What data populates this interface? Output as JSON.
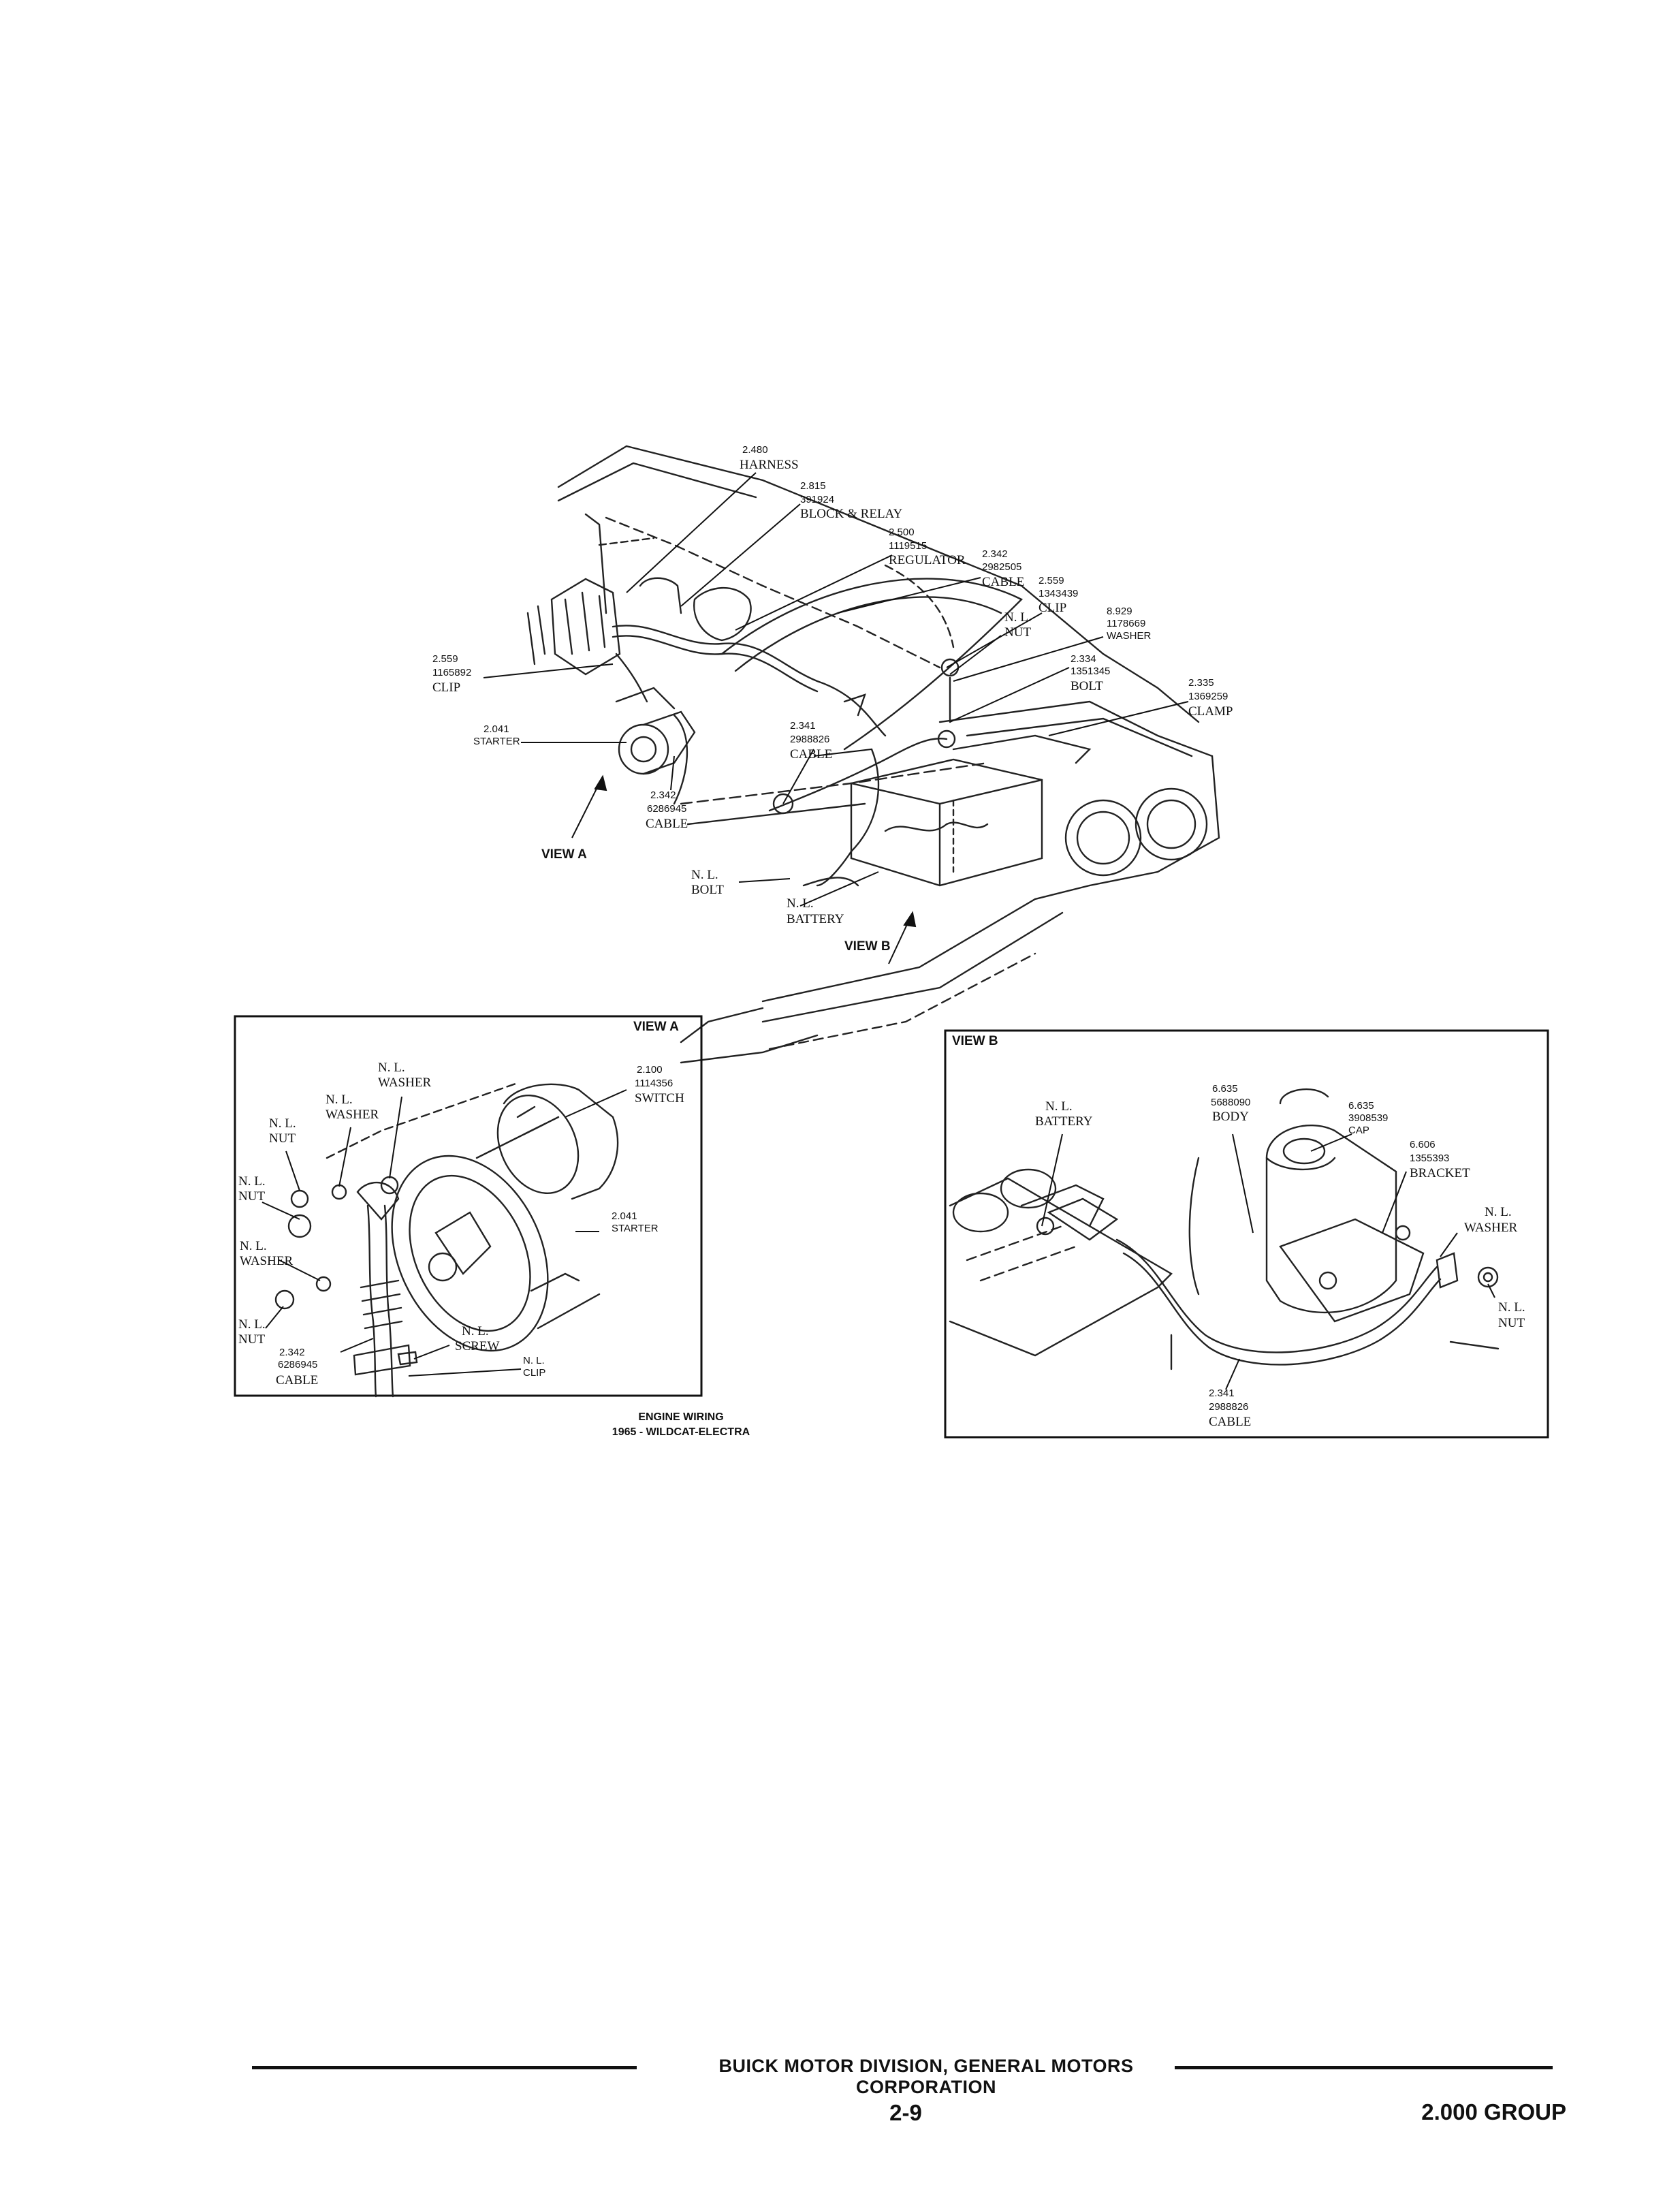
{
  "main_view": {
    "callouts": [
      {
        "num": "2.480",
        "part": "",
        "name": "HARNESS"
      },
      {
        "num": "2.815",
        "part": "391924",
        "name": "BLOCK & RELAY"
      },
      {
        "num": "2.500",
        "part": "1119515",
        "name": "REGULATOR"
      },
      {
        "num": "2.342",
        "part": "2982505",
        "name": "CABLE"
      },
      {
        "num": "2.559",
        "part": "1343439",
        "name": "CLIP"
      },
      {
        "num": "N. L.",
        "part": "",
        "name": "NUT"
      },
      {
        "num": "8.929",
        "part": "1178669",
        "name": "WASHER"
      },
      {
        "num": "2.334",
        "part": "1351345",
        "name": "BOLT"
      },
      {
        "num": "2.335",
        "part": "1369259",
        "name": "CLAMP"
      },
      {
        "num": "2.559",
        "part": "1165892",
        "name": "CLIP"
      },
      {
        "num": "2.041",
        "part": "",
        "name": "STARTER"
      },
      {
        "num": "2.341",
        "part": "2988826",
        "name": "CABLE"
      },
      {
        "num": "2.342",
        "part": "6286945",
        "name": "CABLE"
      },
      {
        "num": "N. L.",
        "part": "",
        "name": "BOLT"
      },
      {
        "num": "N. L.",
        "part": "",
        "name": "BATTERY"
      }
    ],
    "view_a_pointer": "VIEW A",
    "view_b_pointer": "VIEW B"
  },
  "view_a": {
    "title": "VIEW A",
    "callouts": [
      {
        "num": "N. L.",
        "part": "",
        "name": "WASHER"
      },
      {
        "num": "N. L.",
        "part": "",
        "name": "WASHER"
      },
      {
        "num": "N. L.",
        "part": "",
        "name": "NUT"
      },
      {
        "num": "N. L.",
        "part": "",
        "name": "NUT"
      },
      {
        "num": "N. L.",
        "part": "",
        "name": "WASHER"
      },
      {
        "num": "N. L.",
        "part": "",
        "name": "NUT"
      },
      {
        "num": "2.100",
        "part": "1114356",
        "name": "SWITCH"
      },
      {
        "num": "2.041",
        "part": "",
        "name": "STARTER"
      },
      {
        "num": "2.342",
        "part": "6286945",
        "name": "CABLE"
      },
      {
        "num": "N. L.",
        "part": "",
        "name": "SCREW"
      },
      {
        "num": "N. L.",
        "part": "",
        "name": "CLIP"
      }
    ]
  },
  "view_b": {
    "title": "VIEW B",
    "callouts": [
      {
        "num": "N. L.",
        "part": "",
        "name": "BATTERY"
      },
      {
        "num": "6.635",
        "part": "5688090",
        "name": "BODY"
      },
      {
        "num": "6.635",
        "part": "3908539",
        "name": "CAP"
      },
      {
        "num": "6.606",
        "part": "1355393",
        "name": "BRACKET"
      },
      {
        "num": "N. L.",
        "part": "",
        "name": "WASHER"
      },
      {
        "num": "N. L.",
        "part": "",
        "name": "NUT"
      },
      {
        "num": "2.341",
        "part": "2988826",
        "name": "CABLE"
      }
    ]
  },
  "caption": {
    "line1": "ENGINE WIRING",
    "line2": "1965 - WILDCAT-ELECTRA"
  },
  "footer": {
    "company": "BUICK MOTOR DIVISION, GENERAL MOTORS CORPORATION",
    "page": "2-9",
    "group": "2.000 GROUP"
  }
}
